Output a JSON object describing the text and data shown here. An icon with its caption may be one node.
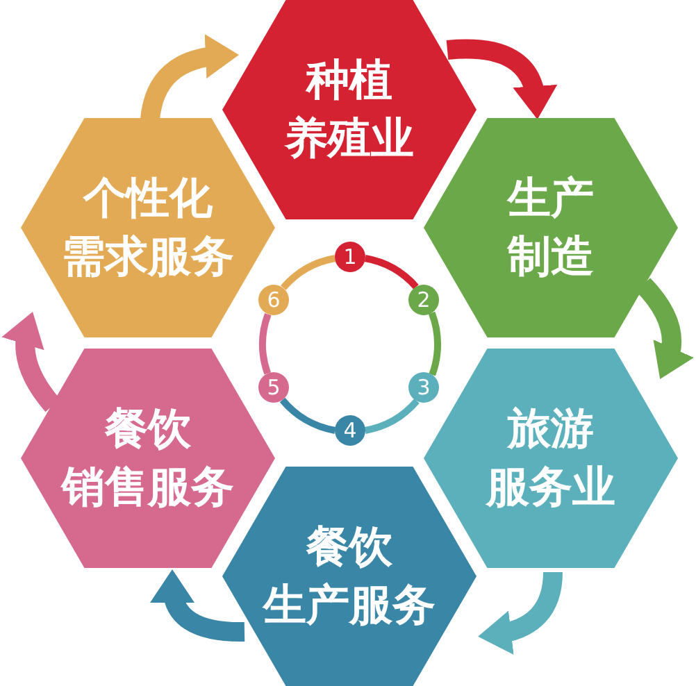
{
  "diagram": {
    "nodes": [
      {
        "text": [
          "种植养殖业"
        ]
      },
      {
        "text": [
          "生产制造"
        ]
      },
      {
        "text": [
          "旅游服务业"
        ]
      },
      {
        "text": [
          "餐饮生产服务"
        ]
      },
      {
        "text": [
          "餐饮销售服务"
        ]
      },
      {
        "text": [
          "个性化需求服务"
        ]
      },
      {
        "text": [
          "1"
        ]
      },
      {
        "text": [
          "2"
        ]
      },
      {
        "text": [
          "3"
        ]
      },
      {
        "text": [
          "4"
        ]
      },
      {
        "text": [
          "5"
        ]
      },
      {
        "text": [
          "6"
        ]
      }
    ],
    "edges": [
      {
        "from": 0,
        "to": 1,
        "arrow": "to",
        "style": "thick",
        "color": "#d42233"
      },
      {
        "from": 1,
        "to": 2,
        "arrow": "to",
        "style": "thick",
        "color": "#6aa84a"
      },
      {
        "from": 2,
        "to": 3,
        "arrow": "to",
        "style": "thick",
        "color": "#5bb0bb"
      },
      {
        "from": 3,
        "to": 4,
        "arrow": "to",
        "style": "thick",
        "color": "#3a86a6"
      },
      {
        "from": 4,
        "to": 5,
        "arrow": "to",
        "style": "thick",
        "color": "#d66a8e"
      },
      {
        "from": 5,
        "to": 0,
        "arrow": "to",
        "style": "thick",
        "color": "#e3aa55"
      },
      {
        "from": 6,
        "to": 7,
        "arrow": "none",
        "color": "#d42233"
      },
      {
        "from": 7,
        "to": 8,
        "arrow": "none",
        "color": "#6aa84a"
      },
      {
        "from": 8,
        "to": 9,
        "arrow": "none",
        "color": "#5bb0bb"
      },
      {
        "from": 9,
        "to": 10,
        "arrow": "none",
        "color": "#3a86a6"
      },
      {
        "from": 10,
        "to": 11,
        "arrow": "none",
        "color": "#d66a8e"
      },
      {
        "from": 11,
        "to": 6,
        "arrow": "none",
        "color": "#e3aa55"
      }
    ]
  }
}
